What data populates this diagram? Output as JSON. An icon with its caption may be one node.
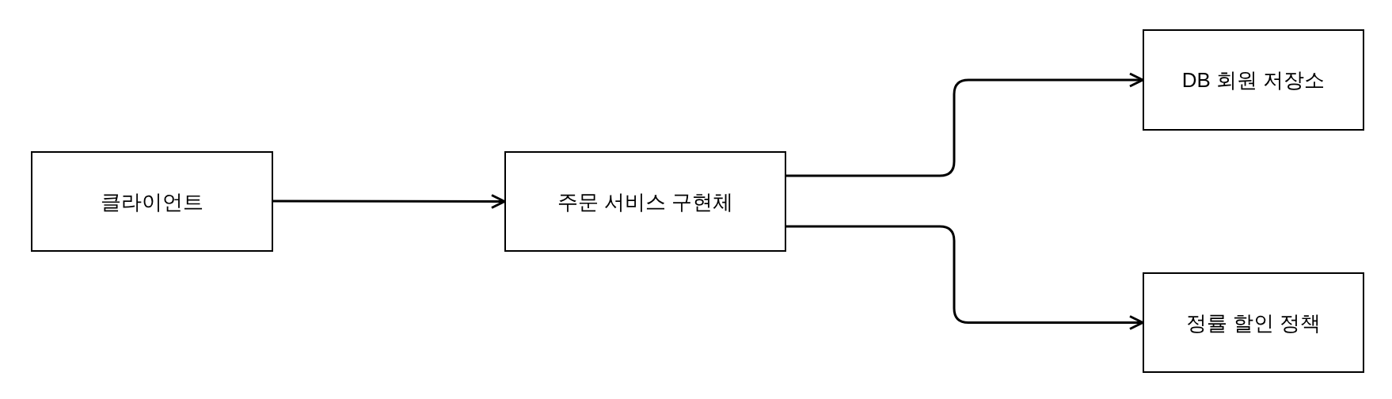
{
  "diagram": {
    "nodes": [
      {
        "text": [
          "클라이언트"
        ]
      },
      {
        "text": [
          "주문 서비스 구현체"
        ]
      },
      {
        "text": [
          "DB 회원 저장소"
        ]
      },
      {
        "text": [
          "정률 할인 정책"
        ]
      }
    ],
    "edges": [
      {
        "from": 0,
        "to": 1,
        "arrow": "to"
      },
      {
        "from": 1,
        "to": 2,
        "arrow": "to"
      },
      {
        "from": 1,
        "to": 3,
        "arrow": "to"
      }
    ]
  }
}
